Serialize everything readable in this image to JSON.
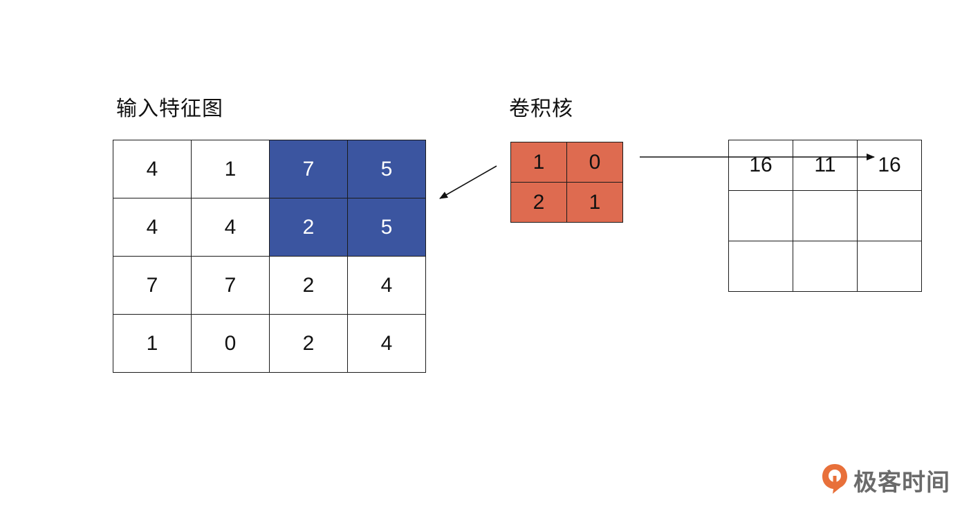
{
  "labels": {
    "input": "输入特征图",
    "kernel": "卷积核"
  },
  "input_grid": [
    [
      "4",
      "1",
      "7",
      "5"
    ],
    [
      "4",
      "4",
      "2",
      "5"
    ],
    [
      "7",
      "7",
      "2",
      "4"
    ],
    [
      "1",
      "0",
      "2",
      "4"
    ]
  ],
  "input_highlight_color": "#3b55a0",
  "kernel_grid": [
    [
      "1",
      "0"
    ],
    [
      "2",
      "1"
    ]
  ],
  "kernel_color": "#de6b50",
  "output_grid": [
    [
      "16",
      "11",
      "16"
    ],
    [
      "",
      "",
      ""
    ],
    [
      "",
      "",
      ""
    ]
  ],
  "brand": {
    "text": "极客时间",
    "color": "#e8703a",
    "icon": "geektime-logo-icon"
  }
}
